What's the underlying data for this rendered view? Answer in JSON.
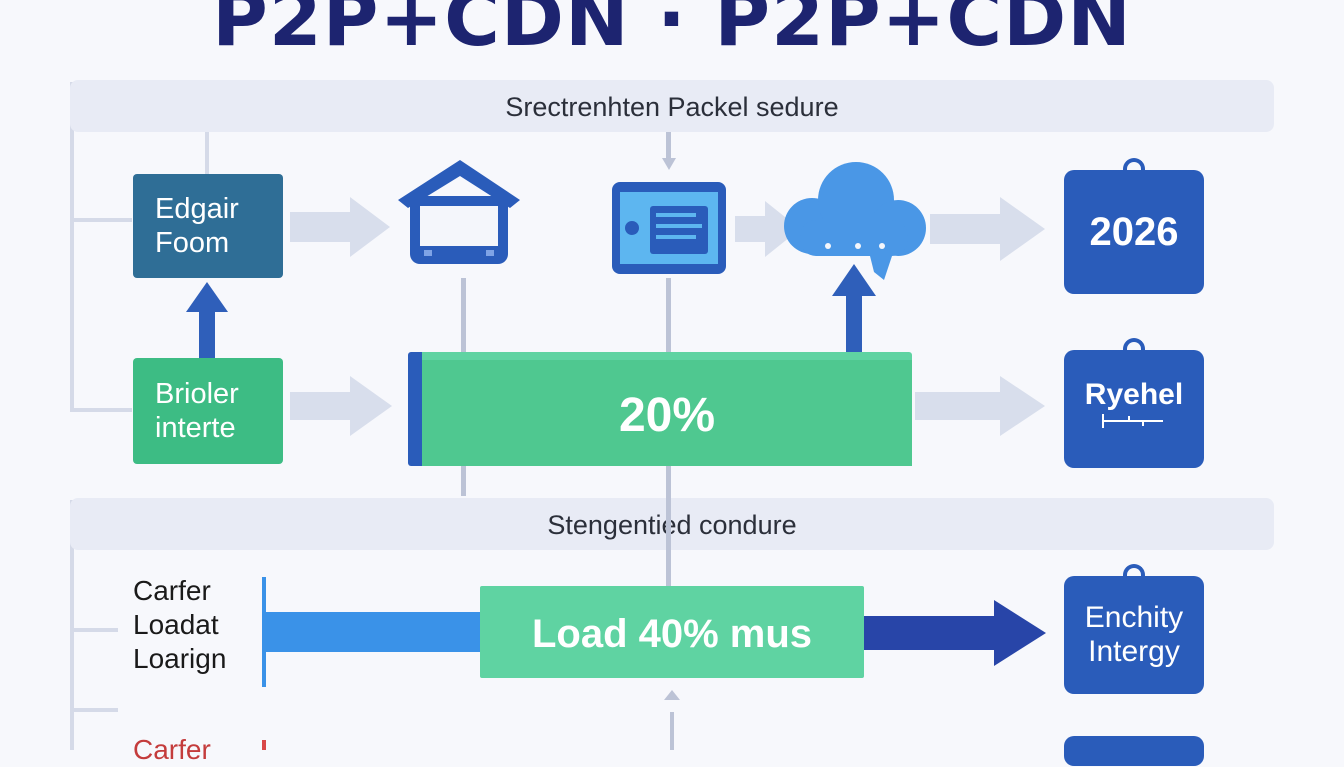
{
  "header": {
    "title": "P2P+CDN · P2P+CDN"
  },
  "section_top": {
    "label": "Srectrenhten Packel sedure"
  },
  "section_bottom": {
    "label": "Stengentied condure"
  },
  "nodes": {
    "source_card": {
      "line1": "Edgair",
      "line2": "Foom"
    },
    "green_card": {
      "line1": "Brioler",
      "line2": "interte"
    },
    "progress_bar": {
      "label": "20%"
    },
    "cal_year": {
      "label": "2026"
    },
    "cal_ryehel": {
      "label": "Ryehel"
    },
    "load_bar": {
      "label": "Load 40% mus"
    },
    "cal_enchity": {
      "line1": "Enchity",
      "line2": "Intergy"
    }
  },
  "side_list": {
    "items": [
      "Carfer",
      "Loadat",
      "Loarign"
    ],
    "partial": "Carfer"
  },
  "icons": [
    "house-monitor-icon",
    "tablet-screen-icon",
    "cloud-icon",
    "calendar-icon"
  ],
  "colors": {
    "title": "#1d2470",
    "blue_card": "#2f6e96",
    "green": "#3dbc84",
    "bright_green": "#5fd3a2",
    "calendar": "#2a5cba",
    "arrow_light": "#d8deec",
    "arrow_blue": "#2f5fba"
  }
}
